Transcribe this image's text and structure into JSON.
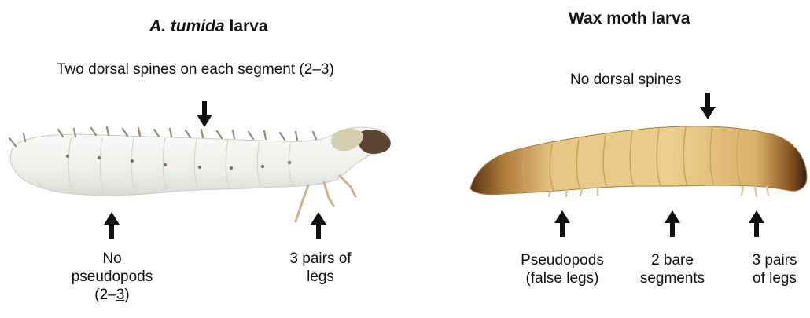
{
  "left": {
    "title_italic": "A. tumida",
    "title_rest": " larva",
    "spines_text": "Two dorsal spines on each segment (",
    "spines_ref_a": "2",
    "spines_ref_sep": "–",
    "spines_ref_b": "3",
    "spines_close": ")",
    "pseudo_line1": "No",
    "pseudo_line2": "pseudopods",
    "pseudo_ref_open": "(",
    "pseudo_ref_a": "2",
    "pseudo_ref_sep": "–",
    "pseudo_ref_b": "3",
    "pseudo_ref_close": ")",
    "legs_line1": "3 pairs of",
    "legs_line2": "legs"
  },
  "right": {
    "title": "Wax moth larva",
    "spines_text": "No dorsal spines",
    "pseudo_line1": "Pseudopods",
    "pseudo_line2": "(false legs)",
    "bare_line1": "2 bare",
    "bare_line2": "segments",
    "legs_line1": "3 pairs",
    "legs_line2": "of legs"
  },
  "colors": {
    "arrow": "#111111",
    "tumida_body": "#eef0ec",
    "tumida_spine": "#9a8a72",
    "wax_body": "#e3c27c",
    "wax_head": "#4a2a12"
  }
}
